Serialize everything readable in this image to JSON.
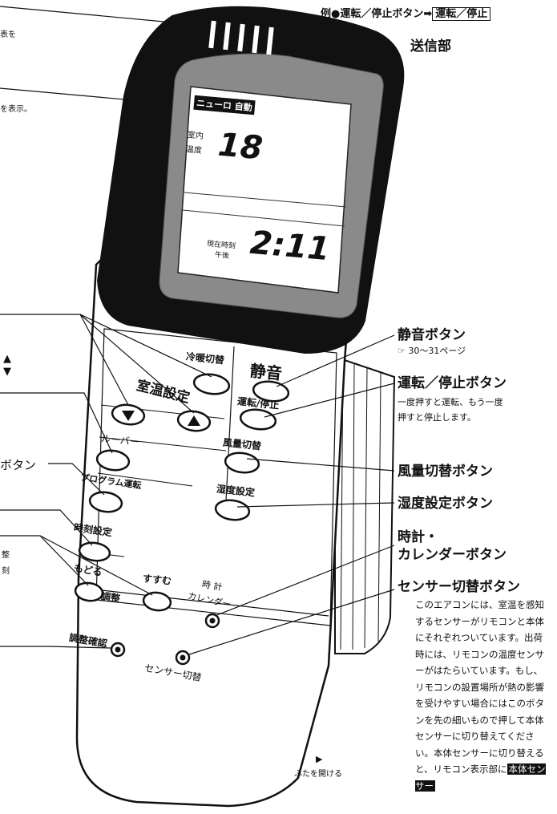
{
  "header": {
    "example_prefix": "例●運転／停止ボタン➡",
    "example_box": "運転／停止"
  },
  "left_clipped": {
    "line1": "表を",
    "line2": "を表示。",
    "arrows": "▲\n▼",
    "botan_suffix": "ボタン",
    "adjust1": "整",
    "adjust2": "刻"
  },
  "remote": {
    "lcd_badge": "ニューロ 自動",
    "lcd_room": "室内",
    "lcd_temp_label": "温度",
    "lcd_temp_value": "18",
    "lcd_time_label_1": "現在時刻",
    "lcd_time_label_2": "午後",
    "lcd_time_value": "2:11",
    "keys": {
      "reidan": "冷暖切替",
      "seion": "静音",
      "shitsuon": "室温設定",
      "unten": "運転/停止",
      "louver": "ルーバー",
      "fuuryou": "風量切替",
      "program": "プログラム運転",
      "shitsudo": "湿度設定",
      "jikoku": "時刻設定",
      "modoru": "もどる",
      "susumu": "すすむ",
      "chousei": "調整",
      "tokei": "時 計",
      "calendar": "カレンダー",
      "chousei_kakunin": "調整確認",
      "sensor": "センサー切替"
    }
  },
  "callouts": {
    "soushin": "送信部",
    "seion_title": "静音ボタン",
    "seion_ref": "☞ 30〜31ページ",
    "unten_title": "運転／停止ボタン",
    "unten_desc_1": "一度押すと運転、もう一度",
    "unten_desc_2": "押すと停止します。",
    "fuuryou_title": "風量切替ボタン",
    "shitsudo_title": "湿度設定ボタン",
    "clock_title_1": "時計・",
    "clock_title_2": "カレンダーボタン",
    "sensor_title": "センサー切替ボタン",
    "sensor_desc": "このエアコンには、室温を感知するセンサーがリモコンと本体にそれぞれついています。出荷時には、リモコンの温度センサーがはたらいています。もし、リモコンの設置場所が熱の影響を受けやすい場合にはこのボタンを先の細いもので押して本体センサーに切り替えてください。本体センサーに切り替えると、リモコン表示部に",
    "sensor_desc_tail": "本体センサー",
    "lid_arrow": "▶",
    "lid_label": "ふたを開ける"
  }
}
